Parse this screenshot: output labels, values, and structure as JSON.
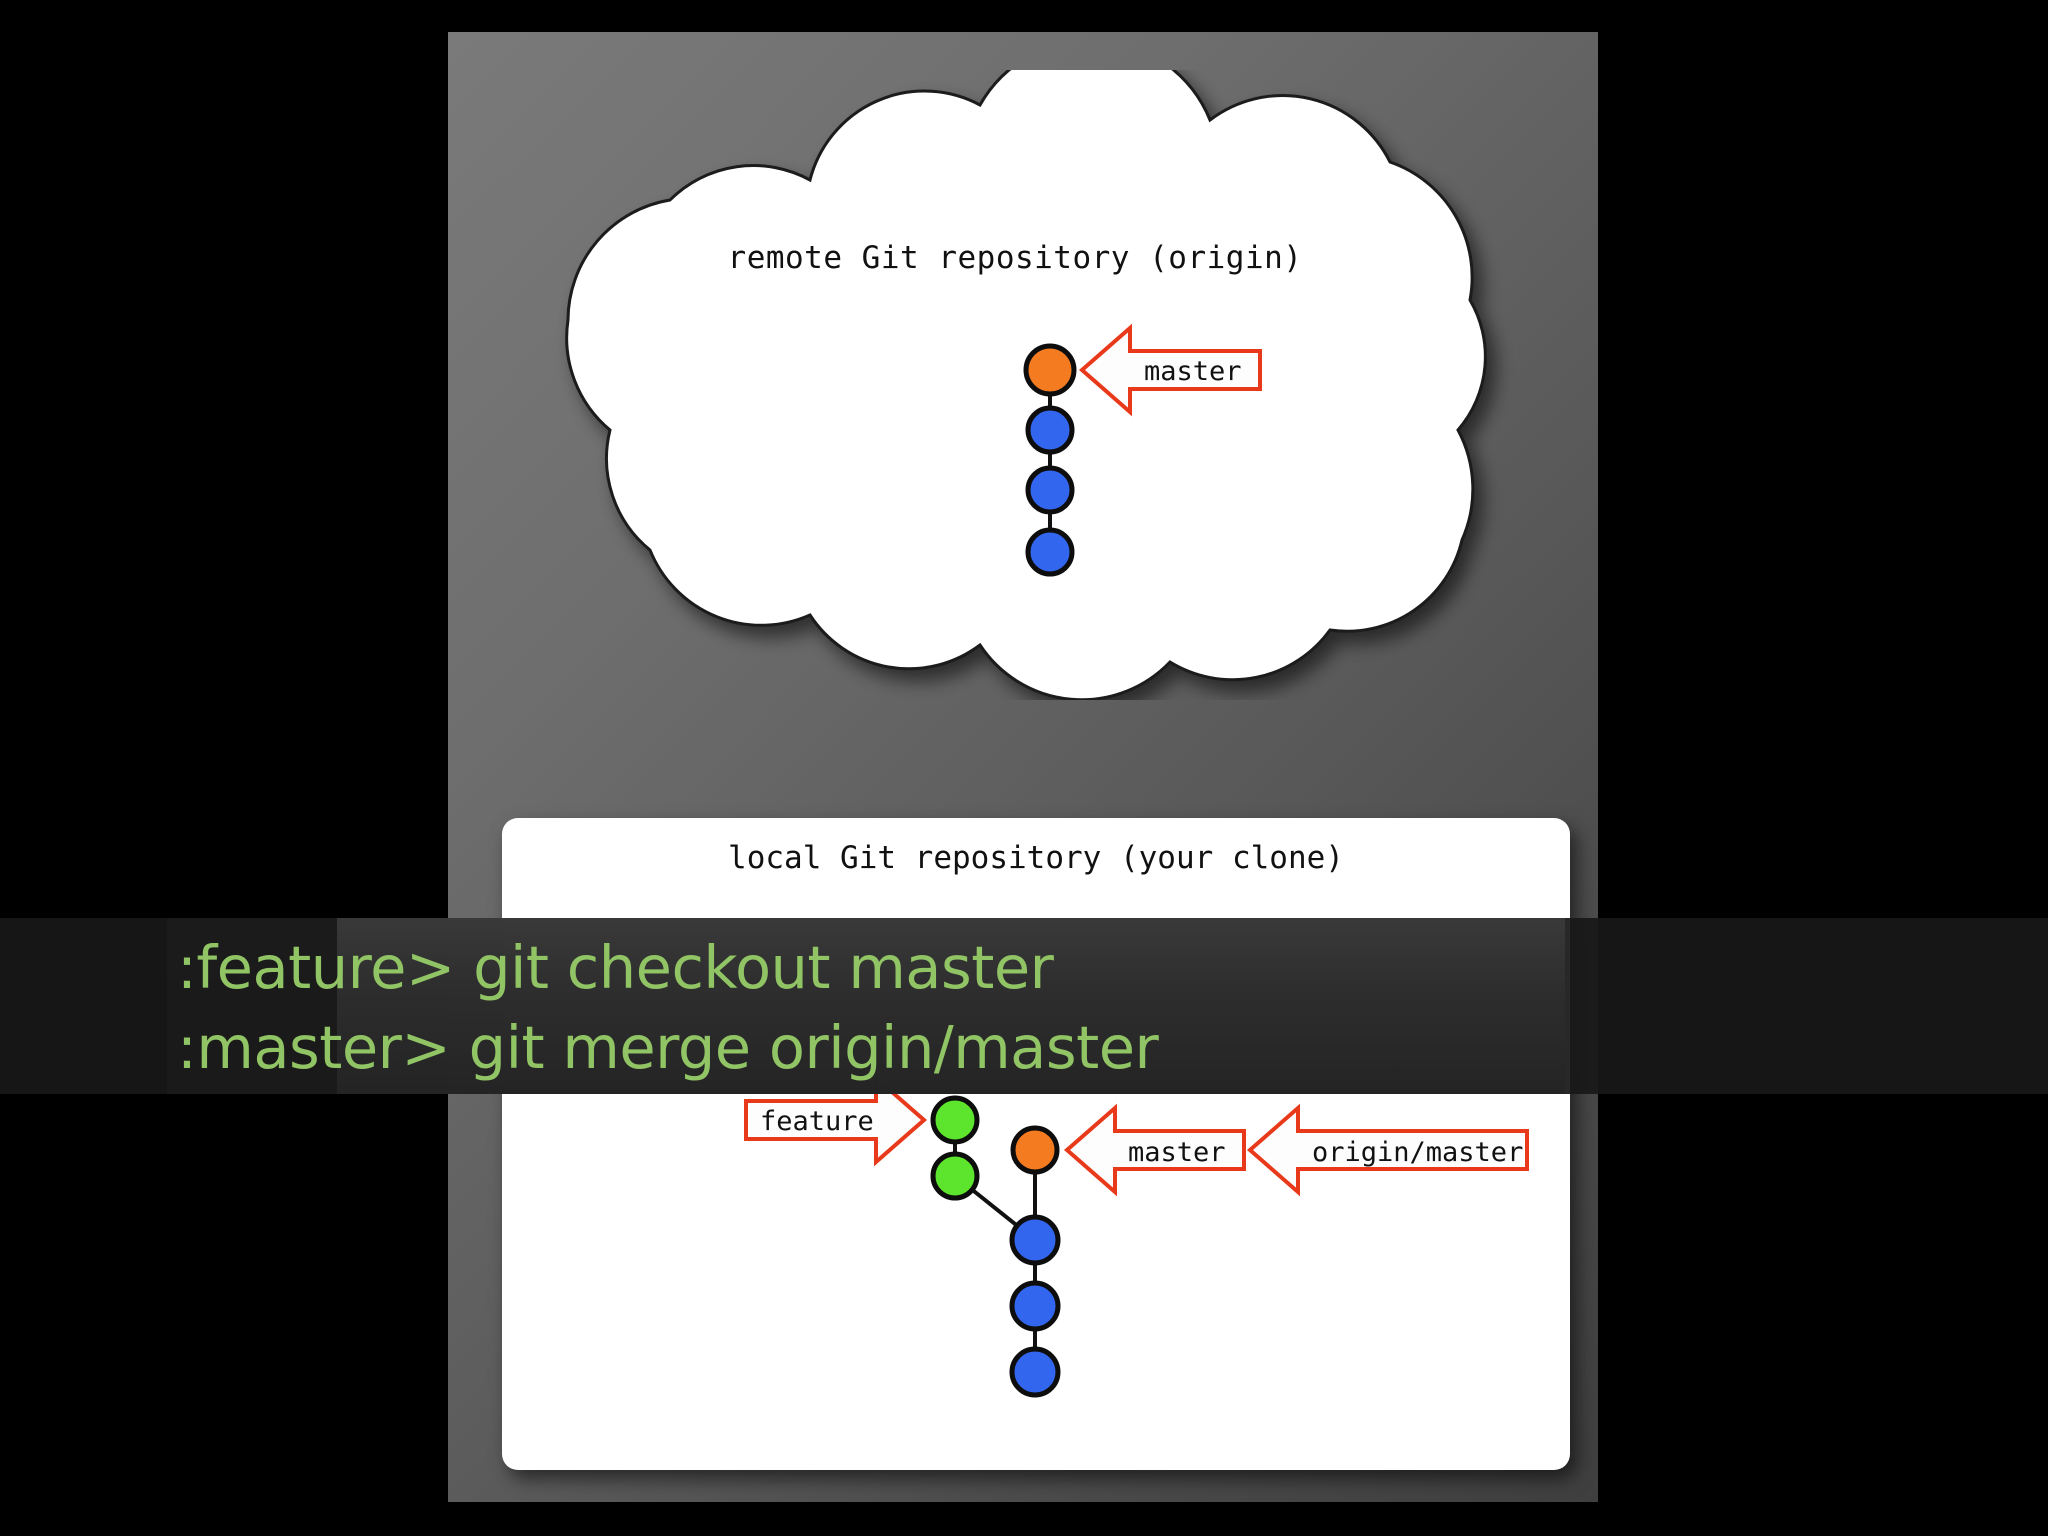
{
  "slide": {
    "background_top": "#7a7a7a",
    "background_bottom": "#3f3f3f"
  },
  "remote": {
    "title": "remote Git repository (origin)",
    "shape": "cloud",
    "fill": "#ffffff",
    "commits": [
      {
        "id": "r1",
        "color": "#F47B20",
        "role": "head",
        "label": "master"
      },
      {
        "id": "r2",
        "color": "#3366EE",
        "role": "commit"
      },
      {
        "id": "r3",
        "color": "#3366EE",
        "role": "commit"
      },
      {
        "id": "r4",
        "color": "#3366EE",
        "role": "commit"
      }
    ],
    "refs": [
      {
        "name": "master",
        "direction": "left",
        "color": "#e8391a"
      }
    ]
  },
  "local": {
    "title": "local Git repository (your clone)",
    "panel_fill": "#ffffff",
    "commits": [
      {
        "id": "f2",
        "color": "#5CE52C",
        "role": "feature-head",
        "label": "feature"
      },
      {
        "id": "f1",
        "color": "#5CE52C",
        "role": "feature-commit"
      },
      {
        "id": "m1",
        "color": "#F47B20",
        "role": "master-head",
        "label": "master"
      },
      {
        "id": "c1",
        "color": "#3366EE",
        "role": "commit"
      },
      {
        "id": "c2",
        "color": "#3366EE",
        "role": "commit"
      },
      {
        "id": "c3",
        "color": "#3366EE",
        "role": "commit"
      }
    ],
    "refs": [
      {
        "name": "feature",
        "direction": "right",
        "color": "#e8391a"
      },
      {
        "name": "master",
        "direction": "left",
        "color": "#e8391a"
      },
      {
        "name": "origin/master",
        "direction": "left",
        "color": "#e8391a"
      }
    ]
  },
  "terminal": {
    "text_color": "#90c464",
    "background": "#2e2e2e",
    "lines": [
      {
        "prompt": ":feature>",
        "command": "git checkout master",
        "full": ":feature> git checkout master"
      },
      {
        "prompt": ":master>",
        "command": "git merge origin/master",
        "full": ":master> git merge origin/master"
      }
    ]
  },
  "colors": {
    "commit_blue": "#3366EE",
    "commit_green": "#5CE52C",
    "commit_orange": "#F47B20",
    "ref_red": "#e8391a",
    "terminal_green": "#90c464"
  }
}
